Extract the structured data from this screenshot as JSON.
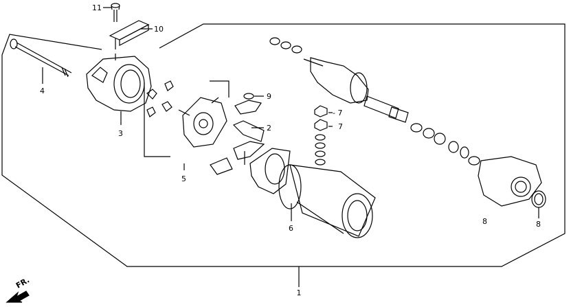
{
  "callouts": {
    "c1": "1",
    "c2": "2",
    "c3": "3",
    "c4": "4",
    "c5": "5",
    "c6": "6",
    "c7a": "- 7",
    "c7b": "7",
    "c8a": "8",
    "c8b": "8",
    "c9": "9",
    "c10": "10",
    "c11": "11"
  },
  "direction_label": "FR."
}
